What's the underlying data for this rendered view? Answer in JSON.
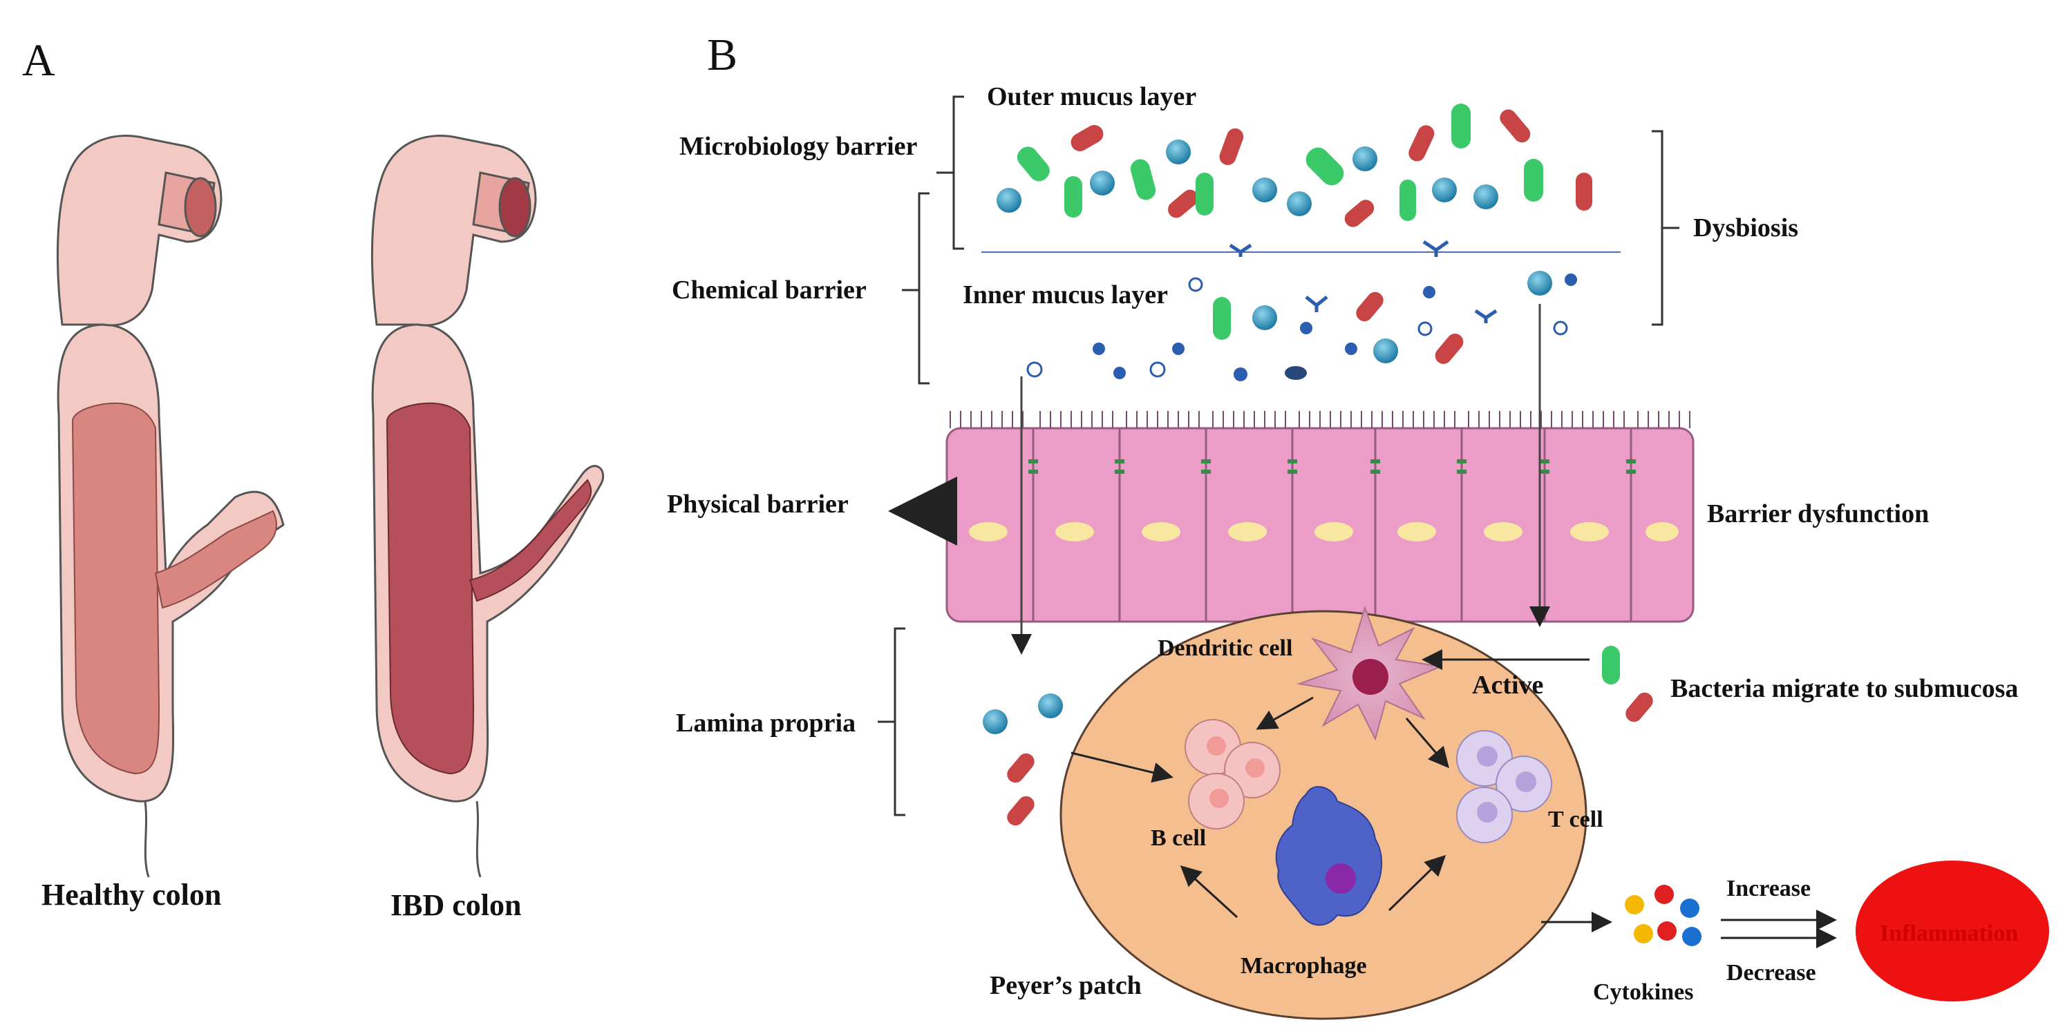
{
  "panels": {
    "a": "A",
    "b": "B"
  },
  "colon": {
    "healthy_label": "Healthy colon",
    "ibd_label": "IBD colon"
  },
  "barriers": {
    "microbiology": "Microbiology barrier",
    "chemical": "Chemical barrier",
    "physical": "Physical barrier",
    "lamina_propria": "Lamina propria"
  },
  "layers": {
    "outer": "Outer mucus layer",
    "inner": "Inner mucus layer"
  },
  "effects": {
    "dysbiosis": "Dysbiosis",
    "barrier_dysfunction": "Barrier dysfunction",
    "bacteria_migrate": "Bacteria migrate to submucosa",
    "active": "Active"
  },
  "cells": {
    "dendritic": "Dendritic cell",
    "b_cell": "B cell",
    "t_cell": "T cell",
    "macrophage": "Macrophage",
    "peyers_patch": "Peyer’s patch"
  },
  "outcome": {
    "cytokines": "Cytokines",
    "increase": "Increase",
    "decrease": "Decrease",
    "inflammation": "Inflammation"
  },
  "colors": {
    "colon_outer": "#f2c9c3",
    "colon_inner": "#d98580",
    "ibd_inner": "#b5505a",
    "epithelium": "#eb9cc7",
    "peyers_patch": "#f5be8f",
    "inflammation": "#ee1111",
    "bacteria_green": "#3cc96a",
    "bacteria_red": "#c94545",
    "bacteria_blue": "#2b8db5"
  }
}
